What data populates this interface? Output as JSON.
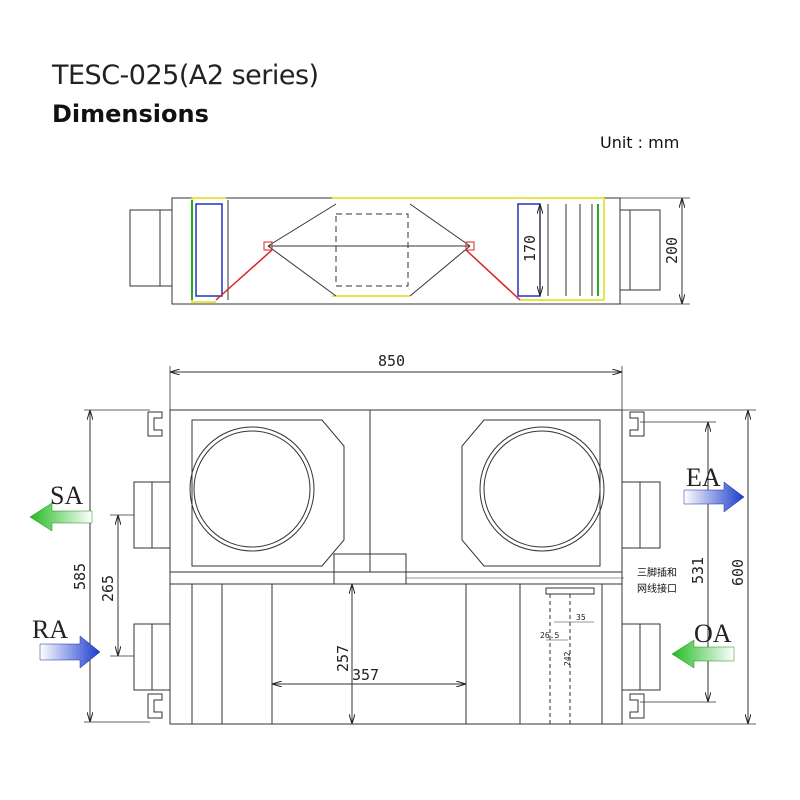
{
  "header": {
    "model": "TESC-025(A2 series)",
    "section": "Dimensions",
    "unit": "Unit : mm"
  },
  "top_view": {
    "dim_height": "200",
    "dim_inner": "170"
  },
  "front_view": {
    "dim_width": "850",
    "dim_total_height": "600",
    "dim_left_height": "585",
    "dim_port_spacing": "265",
    "dim_right_height": "531",
    "dim_center_height": "257",
    "dim_center_width": "357",
    "dim_small_a": "35",
    "dim_small_b": "26.5",
    "dim_small_c": "242"
  },
  "ports": {
    "sa": "SA",
    "ra": "RA",
    "ea": "EA",
    "oa": "OA"
  },
  "note": {
    "line1": "三脚插和",
    "line2": "网线接口"
  },
  "colors": {
    "green_arrow": "#22aa22",
    "blue_arrow": "#1a3ccc",
    "yellow_frame": "#e6e64a",
    "filter_blue": "#2233bb",
    "core_red": "#dd2222"
  }
}
